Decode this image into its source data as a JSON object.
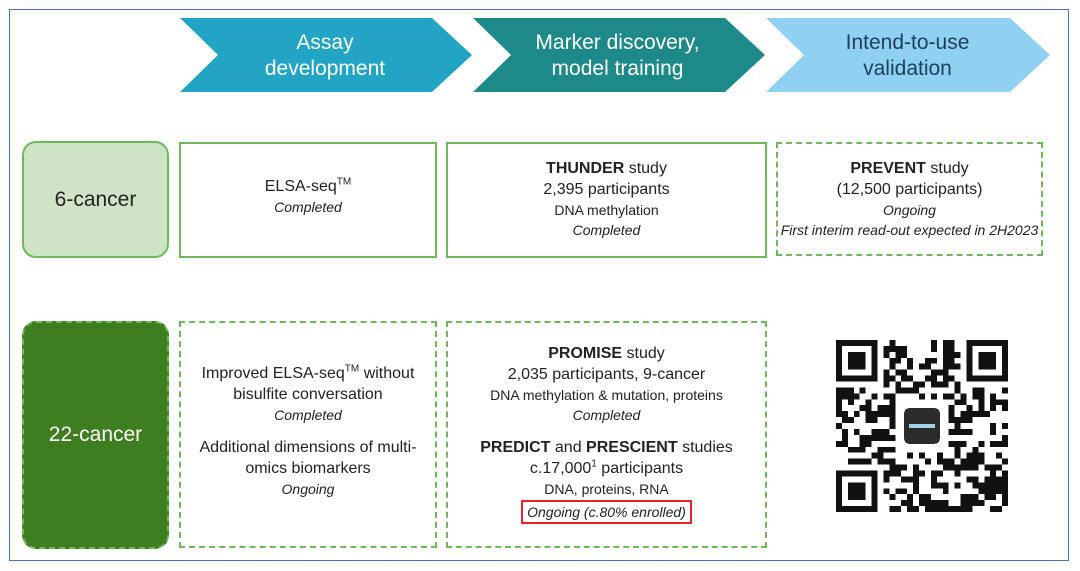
{
  "stages": [
    {
      "line1": "Assay",
      "line2": "development",
      "color": "#22a5c4"
    },
    {
      "line1": "Marker discovery,",
      "line2": "model training",
      "color": "#1d8a89"
    },
    {
      "line1": "Intend-to-use",
      "line2": "validation",
      "color": "#8fd0f3"
    }
  ],
  "rows": [
    {
      "label": "6-cancer"
    },
    {
      "label": "22-cancer"
    }
  ],
  "r1c1": {
    "name": "ELSA-seq",
    "tm": "TM",
    "status": "Completed"
  },
  "r1c2": {
    "study_bold": "THUNDER",
    "study_rest": " study",
    "participants": "2,395 participants",
    "detail": "DNA methylation",
    "status": "Completed"
  },
  "r1c3": {
    "study_bold": "PREVENT",
    "study_rest": " study",
    "participants": "(12,500 participants)",
    "status": "Ongoing",
    "note": "First interim read-out expected in 2H2023"
  },
  "r2c1": {
    "line1a": "Improved ELSA-seq",
    "tm": "TM",
    "line1b": " without",
    "line2": "bisulfite conversation",
    "status1": "Completed",
    "line3": "Additional dimensions of multi-",
    "line4": "omics biomarkers",
    "status2": "Ongoing"
  },
  "r2c2": {
    "study1_bold": "PROMISE",
    "study1_rest": " study",
    "participants1": "2,035 participants, 9-cancer",
    "detail1": "DNA methylation & mutation, proteins",
    "status1": "Completed",
    "study2_bold_a": "PREDICT",
    "study2_and": " and ",
    "study2_bold_b": "PRESCIENT",
    "study2_rest": " studies",
    "participants2_a": "c.17,000",
    "participants2_sup": "1",
    "participants2_b": " participants",
    "detail2": "DNA, proteins, RNA",
    "status2": "Ongoing (c.80% enrolled)"
  },
  "qr": {
    "icon": "qr-code"
  }
}
